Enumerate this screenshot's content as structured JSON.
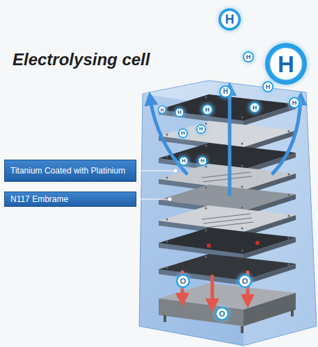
{
  "diagram": {
    "title": "Electrolysing cell",
    "nodes": [
      {
        "text": [
          "H"
        ]
      },
      {
        "text": [
          "H"
        ]
      },
      {
        "text": [
          "H"
        ]
      },
      {
        "text": [
          "H"
        ]
      },
      {
        "text": [
          "H"
        ]
      },
      {
        "text": [
          "H"
        ]
      },
      {
        "text": [
          "H"
        ]
      },
      {
        "text": [
          "H"
        ]
      },
      {
        "text": [
          "H"
        ]
      },
      {
        "text": [
          "H"
        ]
      },
      {
        "text": [
          "H"
        ]
      },
      {
        "text": [
          "H"
        ]
      },
      {
        "text": [
          "H"
        ]
      },
      {
        "text": [
          "H"
        ]
      },
      {
        "text": [
          "Titanium Coated with Platinium"
        ]
      },
      {
        "text": [
          "N117 Embrame"
        ]
      },
      {
        "text": [
          "O"
        ]
      },
      {
        "text": [
          "O"
        ]
      },
      {
        "text": [
          "O"
        ]
      }
    ]
  }
}
